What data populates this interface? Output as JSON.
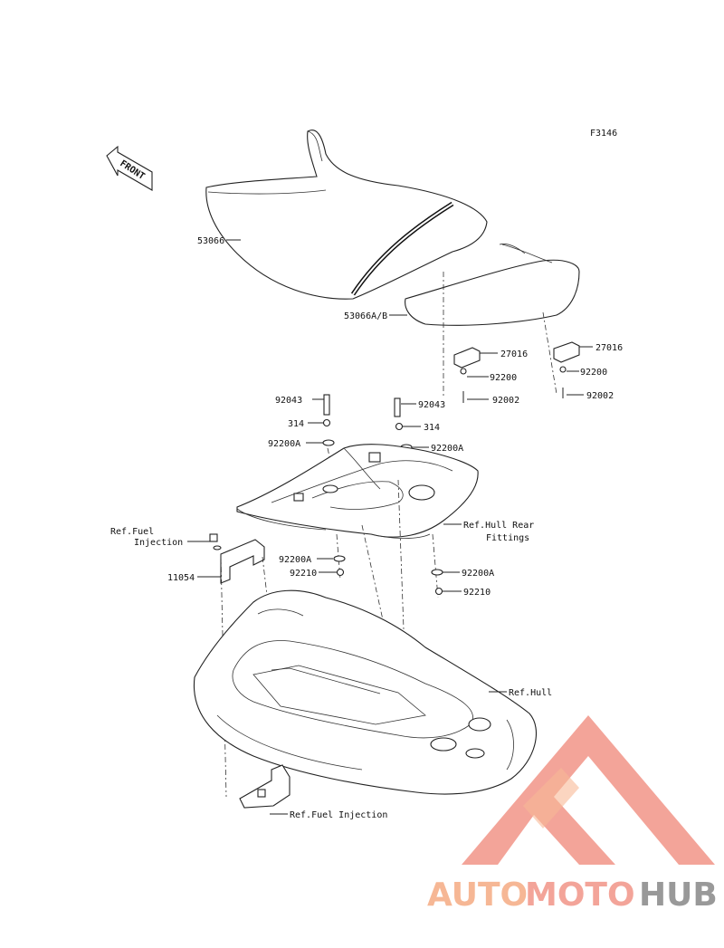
{
  "figure_code": "F3146",
  "front_label": "FRONT",
  "callouts": {
    "seat_front": "53066",
    "seat_rear": "53066A/B",
    "bracket_left": "27016",
    "bracket_right": "27016",
    "washer_left_top": "92200",
    "washer_right_top": "92200",
    "bolt_left_top": "92002",
    "bolt_right_top": "92002",
    "stud_left": "92043",
    "stud_right": "92043",
    "nut_left": "314",
    "nut_right": "314",
    "washer_a_left_upper": "92200A",
    "washer_a_right_upper": "92200A",
    "washer_a_left_lower": "92200A",
    "nut_left_lower": "92210",
    "washer_a_right_lower": "92200A",
    "nut_right_lower": "92210",
    "bracket_11054": "11054"
  },
  "references": {
    "fuel_injection_top_line1": "Ref.Fuel",
    "fuel_injection_top_line2": "Injection",
    "hull_rear_fittings_line1": "Ref.Hull Rear",
    "hull_rear_fittings_line2": "Fittings",
    "hull": "Ref.Hull",
    "fuel_injection_bottom": "Ref.Fuel Injection"
  },
  "watermark": {
    "part1": "AUTO",
    "part2": "MOTO",
    "part3": "HUB",
    "color_main": "#f29b8f",
    "color_light": "#f6b08a",
    "color_gray": "#8f8f8f"
  }
}
